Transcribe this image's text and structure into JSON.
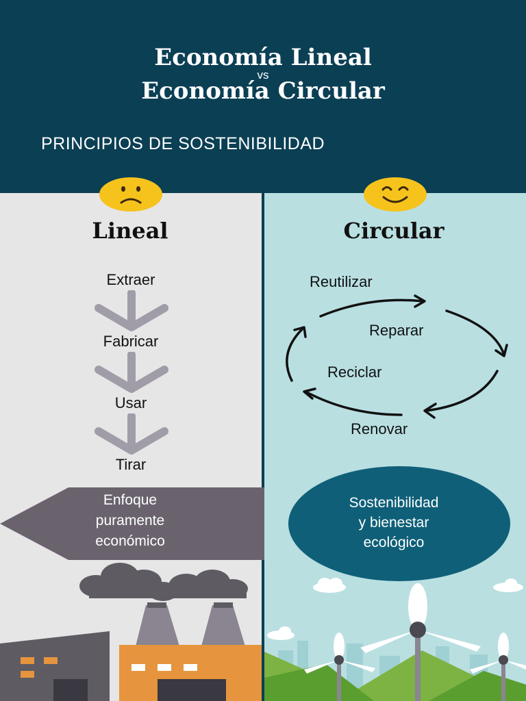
{
  "header": {
    "title_line1": "Economía Lineal",
    "vs": "vs",
    "title_line2": "Economía Circular",
    "subtitle": "PRINCIPIOS DE SOSTENIBILIDAD"
  },
  "lineal": {
    "face_icon": "sad-face-icon",
    "heading": "Lineal",
    "steps": [
      "Extraer",
      "Fabricar",
      "Usar",
      "Tirar"
    ],
    "banner": [
      "Enfoque",
      "puramente",
      "económico"
    ],
    "scene_icon": "factory-smoke-icon"
  },
  "circular": {
    "face_icon": "happy-face-icon",
    "heading": "Circular",
    "cycle": [
      "Reutilizar",
      "Reparar",
      "Reciclar",
      "Renovar"
    ],
    "ellipse": [
      "Sostenibilidad",
      "y bienestar",
      "ecológico"
    ],
    "scene_icon": "wind-turbines-icon"
  },
  "colors": {
    "header_bg": "#0b3f54",
    "left_bg": "#e6e6e6",
    "right_bg": "#b9dfe1",
    "banner": "#6a636e",
    "ellipse": "#0f5f78",
    "face": "#f6c31c",
    "chevron": "#a09ca8"
  }
}
